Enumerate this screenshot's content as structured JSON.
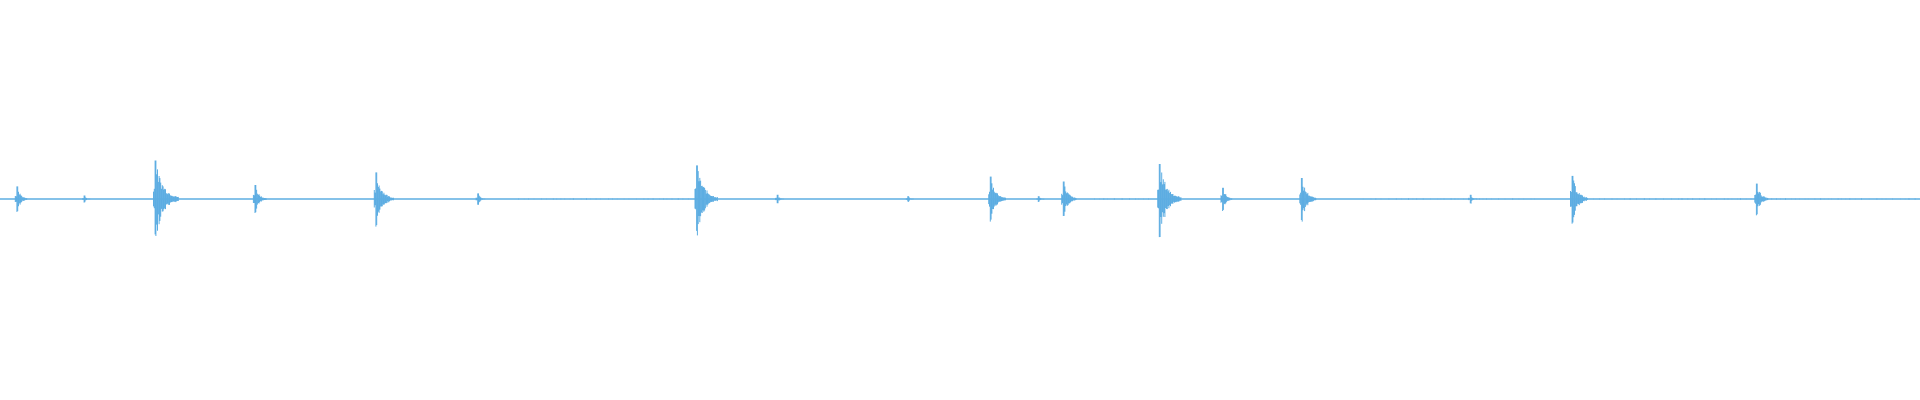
{
  "waveform": {
    "color": "#5DADE2",
    "baseline_color": "#5DADE2",
    "background": "#FFFFFF",
    "transients": [
      {
        "time": 0.009,
        "amplitude": 0.18
      },
      {
        "time": 0.044,
        "amplitude": 0.05
      },
      {
        "time": 0.081,
        "amplitude": 0.55
      },
      {
        "time": 0.133,
        "amplitude": 0.2
      },
      {
        "time": 0.196,
        "amplitude": 0.38
      },
      {
        "time": 0.249,
        "amplitude": 0.08
      },
      {
        "time": 0.363,
        "amplitude": 0.48
      },
      {
        "time": 0.405,
        "amplitude": 0.06
      },
      {
        "time": 0.473,
        "amplitude": 0.04
      },
      {
        "time": 0.516,
        "amplitude": 0.32
      },
      {
        "time": 0.541,
        "amplitude": 0.04
      },
      {
        "time": 0.554,
        "amplitude": 0.25
      },
      {
        "time": 0.604,
        "amplitude": 0.5
      },
      {
        "time": 0.637,
        "amplitude": 0.16
      },
      {
        "time": 0.678,
        "amplitude": 0.3
      },
      {
        "time": 0.766,
        "amplitude": 0.06
      },
      {
        "time": 0.819,
        "amplitude": 0.33
      },
      {
        "time": 0.915,
        "amplitude": 0.22
      }
    ],
    "noise_regions": [
      {
        "start": 0.27,
        "end": 0.36,
        "amplitude": 0.01
      },
      {
        "start": 0.57,
        "end": 0.6,
        "amplitude": 0.01
      },
      {
        "start": 0.71,
        "end": 0.8,
        "amplitude": 0.01
      },
      {
        "start": 0.83,
        "end": 1.0,
        "amplitude": 0.01
      }
    ]
  }
}
